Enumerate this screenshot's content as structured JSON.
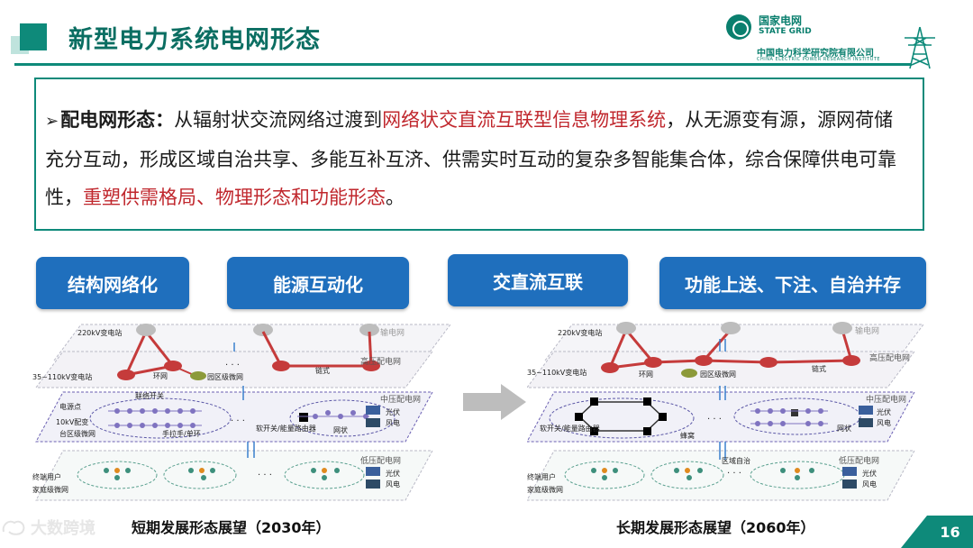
{
  "header": {
    "title": "新型电力系统电网形态",
    "logo_cn": "国家电网",
    "logo_en": "STATE GRID",
    "logo_sub": "中国电力科学研究院有限公司",
    "logo_subtiny": "CHINA ELECTRIC POWER RESEARCH INSTITUTE"
  },
  "textbox": {
    "bullet": "➢",
    "lead": "配电网形态：",
    "seg1": "从辐射状交流网络过渡到",
    "seg2_red": "网络状交直流互联型信息物理系统",
    "seg3": "，从无源变有源，源网荷储充分互动，形成区域自治共享、多能互补互济、供需实时互动的复杂多智能集合体，综合保障供电可靠性，",
    "seg4_red": "重塑供需格局、物理形态和功能形态",
    "seg5": "。"
  },
  "pills": [
    "结构网络化",
    "能源互动化",
    "交直流互联",
    "功能上送、下注、自治并存"
  ],
  "left_diagram": {
    "l_220": "220kV变电站",
    "l_35": "35~110kV变电站",
    "l_transmission": "输电网",
    "l_hv": "高压配电网",
    "l_ring": "环网",
    "l_park": "园区级微网",
    "l_chain": "链式",
    "l_ellipsis": "· · ·",
    "l_source": "电源点",
    "l_10kv": "10kV配变",
    "l_area": "台区级微网",
    "l_link": "联络开关",
    "l_hand": "手拉手/单环",
    "l_soft": "软开关/能量路由器",
    "l_mesh": "网状",
    "l_mv": "中压配电网",
    "l_pv": "光伏",
    "l_wind": "风电",
    "l_user": "终端用户",
    "l_home": "家庭级微网",
    "l_lv": "低压配电网"
  },
  "right_diagram": {
    "r_220": "220kV变电站",
    "r_35": "35~110kV变电站",
    "r_transmission": "输电网",
    "r_hv": "高压配电网",
    "r_ring": "环网",
    "r_park": "园区级微网",
    "r_chain": "链式",
    "r_ellipsis": "· · ·",
    "r_soft": "软开关/能量路由器",
    "r_honey": "蜂窝",
    "r_mesh": "网状",
    "r_mv": "中压配电网",
    "r_pv": "光伏",
    "r_wind": "风电",
    "r_auto": "区域自治",
    "r_user": "终端用户",
    "r_home": "家庭级微网",
    "r_lv": "低压配电网"
  },
  "captions": {
    "left": "短期发展形态展望（2030年）",
    "right": "长期发展形态展望（2060年）"
  },
  "page_number": "16",
  "watermark": "大数跨境",
  "colors": {
    "brand_teal": "#0e8a7a",
    "pill_blue": "#1f6fbd",
    "highlight_red": "#c0272d"
  }
}
